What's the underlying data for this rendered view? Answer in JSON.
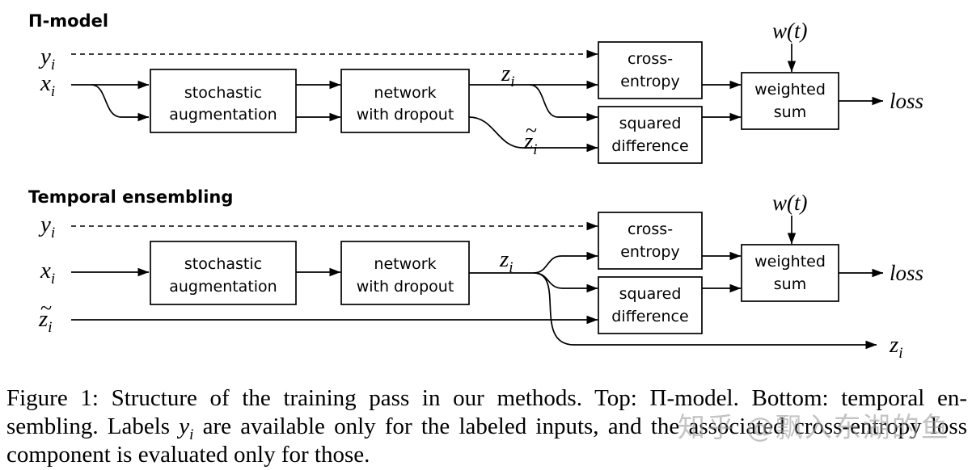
{
  "colors": {
    "ink": "#000000",
    "background": "#ffffff",
    "watermark_gray": "#9e9e9e"
  },
  "pi_model": {
    "title": "Π-model",
    "labels": {
      "y": {
        "base": "y",
        "sub": "i"
      },
      "x": {
        "base": "x",
        "sub": "i"
      },
      "z": {
        "base": "z",
        "sub": "i"
      },
      "z_tilde": {
        "tilde": "~",
        "base": "z",
        "sub": "i"
      },
      "weight": "w(t)",
      "loss": "loss"
    },
    "boxes": {
      "stochastic_augmentation": {
        "line1": "stochastic",
        "line2": "augmentation"
      },
      "network_with_dropout": {
        "line1": "network",
        "line2": "with dropout"
      },
      "cross_entropy": {
        "line1": "cross-",
        "line2": "entropy"
      },
      "squared_difference": {
        "line1": "squared",
        "line2": "difference"
      },
      "weighted_sum": {
        "line1": "weighted",
        "line2": "sum"
      }
    }
  },
  "temporal_ensembling": {
    "title": "Temporal ensembling",
    "labels": {
      "y": {
        "base": "y",
        "sub": "i"
      },
      "x": {
        "base": "x",
        "sub": "i"
      },
      "z": {
        "base": "z",
        "sub": "i"
      },
      "z_tilde": {
        "tilde": "~",
        "base": "z",
        "sub": "i"
      },
      "z_out": {
        "base": "z",
        "sub": "i"
      },
      "weight": "w(t)",
      "loss": "loss"
    },
    "boxes": {
      "stochastic_augmentation": {
        "line1": "stochastic",
        "line2": "augmentation"
      },
      "network_with_dropout": {
        "line1": "network",
        "line2": "with dropout"
      },
      "cross_entropy": {
        "line1": "cross-",
        "line2": "entropy"
      },
      "squared_difference": {
        "line1": "squared",
        "line2": "difference"
      },
      "weighted_sum": {
        "line1": "weighted",
        "line2": "sum"
      }
    }
  },
  "caption": {
    "line1": "Figure 1: Structure of the training pass in our methods. Top: Π-model. Bottom: temporal en-",
    "line2_before_math": "sembling. Labels ",
    "line2_math_base": "y",
    "line2_math_sub": "i",
    "line2_after_math": " are available only for the labeled inputs, and the associated cross-entropy loss",
    "line3": "component is evaluated only for those."
  },
  "watermark": "知乎 @飘入东湖的鱼"
}
